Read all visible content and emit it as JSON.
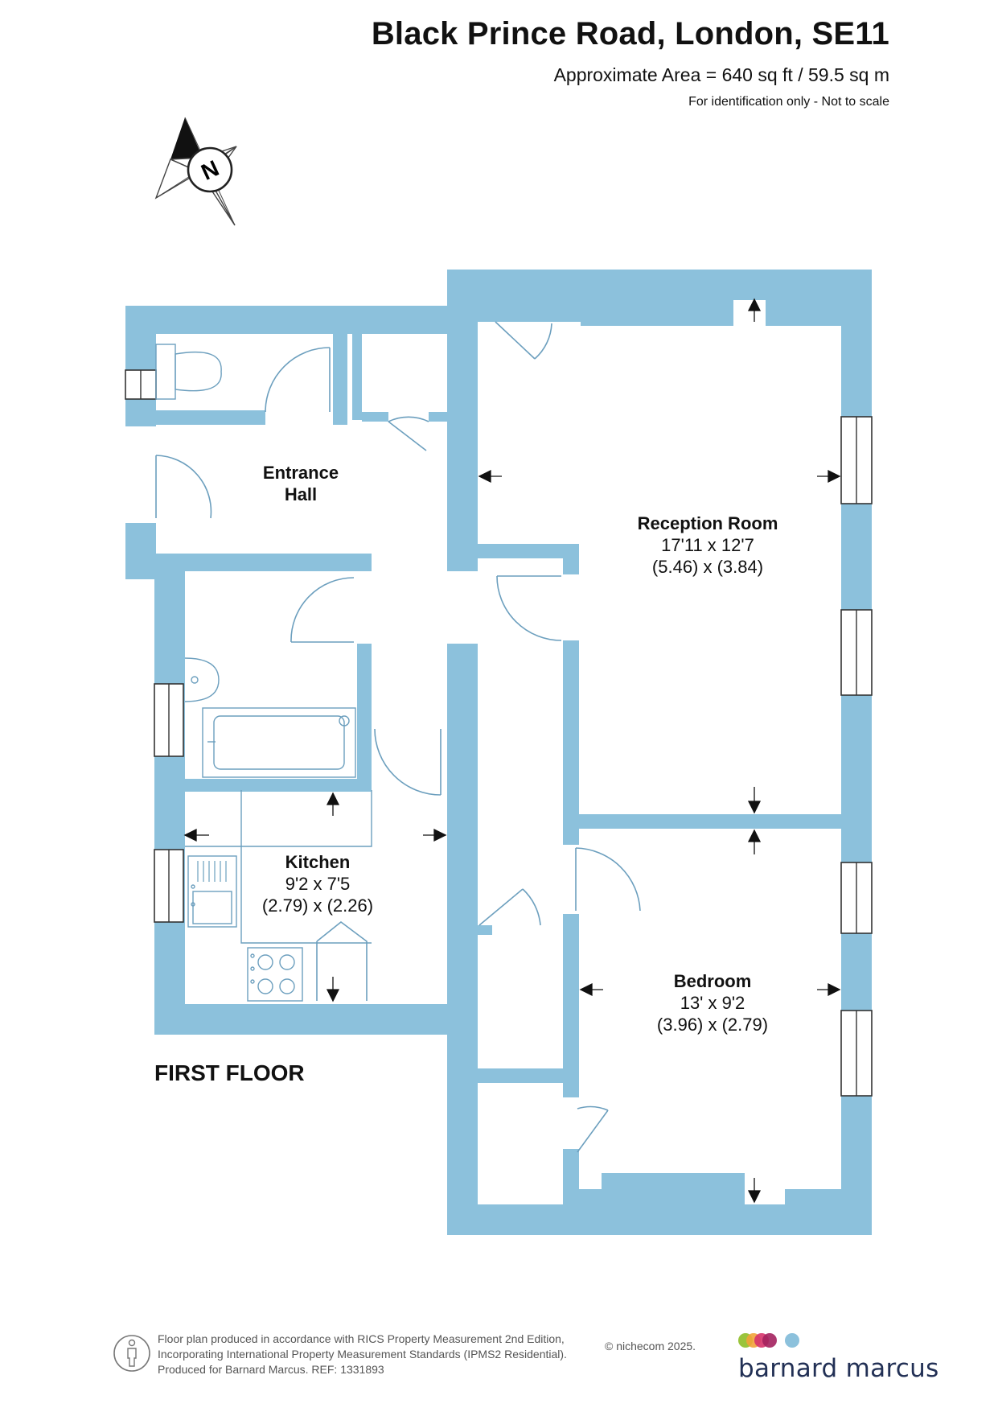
{
  "header": {
    "title": "Black Prince Road, London, SE11",
    "area": "Approximate Area = 640 sq ft / 59.5 sq m",
    "note": "For identification only - Not to scale"
  },
  "compass": {
    "letter": "N",
    "icon": "compass-north-arrow-icon"
  },
  "rooms": {
    "entrance_hall": {
      "name_line1": "Entrance",
      "name_line2": "Hall"
    },
    "reception": {
      "name": "Reception Room",
      "imperial": "17'11 x 12'7",
      "metric": "(5.46) x (3.84)"
    },
    "kitchen": {
      "name": "Kitchen",
      "imperial": "9'2 x 7'5",
      "metric": "(2.79) x (2.26)"
    },
    "bedroom": {
      "name": "Bedroom",
      "imperial": "13' x 9'2",
      "metric": "(3.96) x (2.79)"
    }
  },
  "floor_name": "FIRST FLOOR",
  "footer": {
    "line1": "Floor plan produced in accordance with RICS Property Measurement 2nd Edition,",
    "line2": "Incorporating International Property Measurement Standards (IPMS2 Residential).",
    "line3": "Produced for Barnard Marcus.   REF:  1331893",
    "copyright": "© nichecom 2025.",
    "brand": "barnard marcus"
  },
  "colors": {
    "wall": "#8cc1dc",
    "line": "#6c9fbe",
    "brand_text": "#223055",
    "brand_dots": [
      "#9ac43c",
      "#f2a33a",
      "#d6336c",
      "#a3215e",
      "#8cc1dc"
    ]
  }
}
